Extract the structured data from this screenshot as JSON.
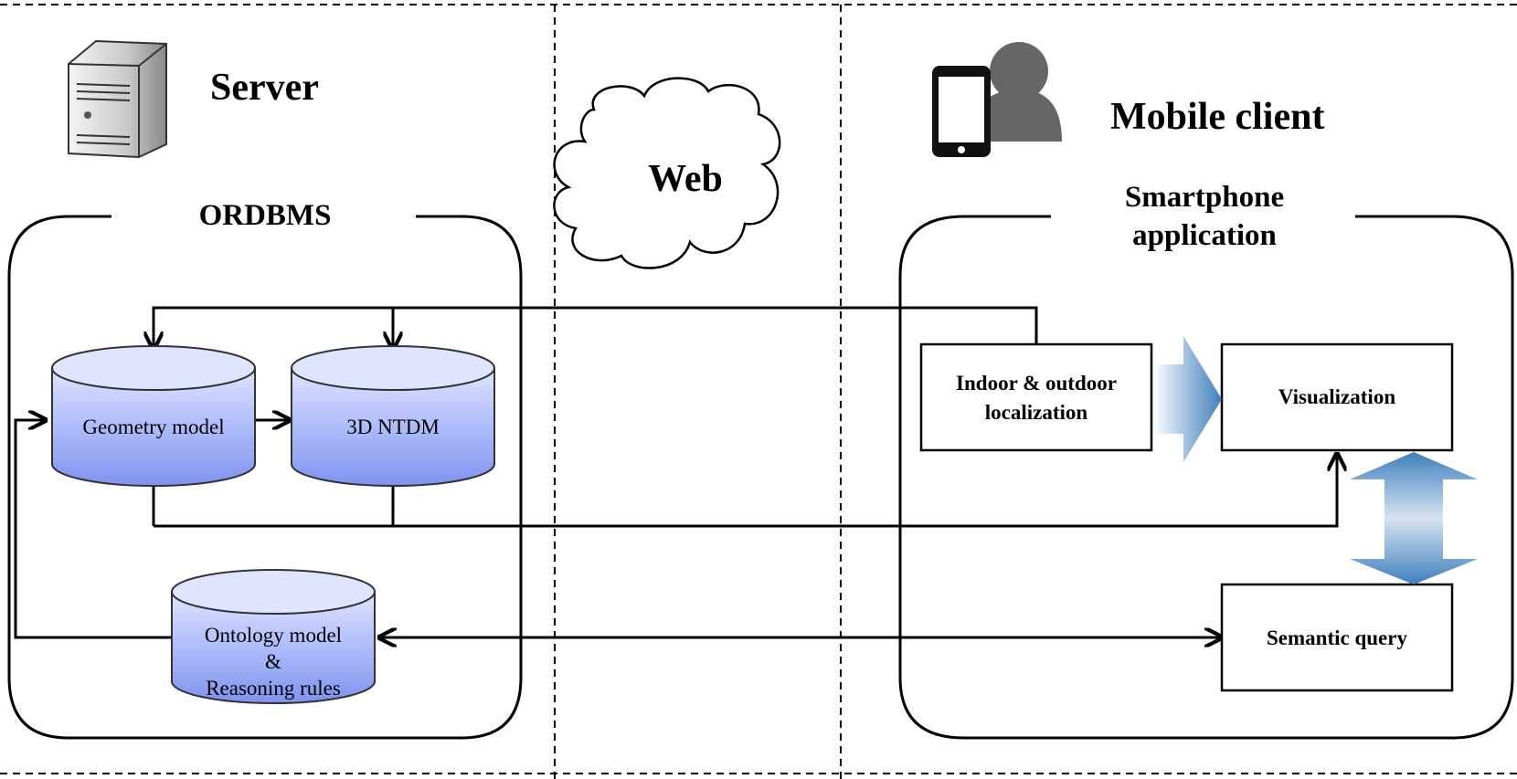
{
  "sections": {
    "server_title": "Server",
    "web_title": "Web",
    "mobile_title": "Mobile client"
  },
  "server": {
    "container_label": "ORDBMS",
    "geometry_db": "Geometry model",
    "ntdm_db": "3D NTDM",
    "ontology_db": {
      "line1": "Ontology model",
      "line2": "&",
      "line3": "Reasoning rules"
    }
  },
  "mobile": {
    "container_label": {
      "line1": "Smartphone",
      "line2": "application"
    },
    "localization_box": {
      "line1": "Indoor & outdoor",
      "line2": "localization"
    },
    "visualization_box": "Visualization",
    "semantic_box": "Semantic query"
  },
  "icons": [
    "server-icon",
    "cloud-icon",
    "smartphone-icon",
    "user-icon"
  ],
  "colors": {
    "database_top": "#c8d2ff",
    "database_bottom": "#7f93f0",
    "flow_arrow": "#4a86c0",
    "line": "#000000"
  }
}
